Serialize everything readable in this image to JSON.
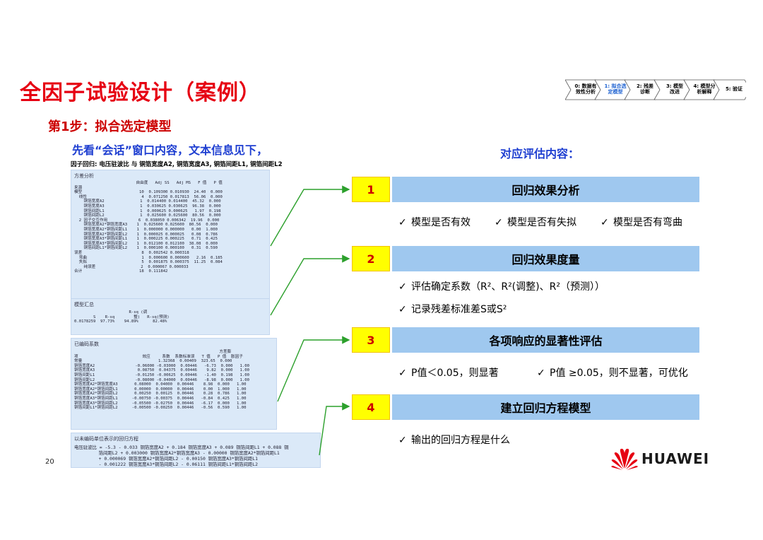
{
  "title": "全因子试验设计（案例）",
  "step": "第1步：拟合选定模型",
  "intro": "先看“会话”窗口内容，文本信息见下，",
  "eval_title": "对应评估内容：",
  "process": [
    {
      "label": "0: 数据有效性分析",
      "lines": [
        "0: 数据有",
        "效性分析"
      ],
      "active": false
    },
    {
      "label": "1: 拟合选定模型",
      "lines": [
        "1: 拟合选",
        "定模型"
      ],
      "active": true
    },
    {
      "label": "2: 残差诊断",
      "lines": [
        "2: 残差",
        "诊断"
      ],
      "active": false
    },
    {
      "label": "3: 模型改进",
      "lines": [
        "3: 模型",
        "改进"
      ],
      "active": false
    },
    {
      "label": "4: 模型分析解释",
      "lines": [
        "4: 模型分",
        "析解释"
      ],
      "active": false
    },
    {
      "label": "5: 验证",
      "lines": [
        "5: 验证"
      ],
      "active": false
    }
  ],
  "output": {
    "header": "因子回归: 电压驻波比 与 铜箔宽度A2, 铜箔宽度A3, 铜箔间距L1, 铜箔间距L2",
    "anova_label": "方差分析",
    "anova_text": "                          自由度   Adj SS   Adj MS   F 值   P 值\n来源\n模型                        10  0.109300 0.010930  24.40  0.000\n  线性                       4  0.071250 0.017813  56.06  0.000\n    铜箔宽度A2               1  0.014400 0.014400  45.32  0.000\n    铜箔宽度A3               1  0.030625 0.030625  96.38  0.000\n    铜箔间距L1               1  0.000625 0.000625   1.97  0.198\n    铜箔间距L2               1  0.025600 0.025600  80.56  0.000\n  2 因子交互作用             6  0.038050 0.006342  19.96  0.000\n    铜箔宽度A2*铜箔宽度A3    1  0.025600 0.025600  80.56  0.000\n    铜箔宽度A2*铜箔间距L1    1  0.000000 0.000000   0.00  1.000\n    铜箔宽度A2*铜箔间距L2    1  0.000025 0.000025   0.08  0.786\n    铜箔宽度A3*铜箔间距L1    1  0.000225 0.000225   0.71  0.425\n    铜箔宽度A3*铜箔间距L2    1  0.012100 0.012100  38.08  0.000\n    铜箔间距L1*铜箔间距L2    1  0.000100 0.000100   0.31  0.590\n误差                         8  0.002542 0.000318\n  弯曲                       1  0.000600 0.000600   2.16  0.185\n  失拟                       5  0.001875 0.000375  11.25  0.084\n    纯误差                   2  0.000067 0.000033\n合计                        18  0.111842",
    "summary_label": "模型汇总",
    "summary_text": "                       R-sq (调\n        S    R-sq        整)   R-sq(预测)\n0.0178259  97.73%    94.89%      82.48%",
    "coef_label": "已编码系数",
    "coef_text": "                                                             方差膨\n项                           效应     系数  系数标准误   T 值   P 值  胀因子\n常量                                1.32368  0.00409  323.65  0.000\n铜箔宽度A2                 -0.06000 -0.03000  0.00446   -6.73  0.000   1.00\n铜箔宽度A3                  0.08750  0.04375  0.00446    9.82  0.000   1.00\n铜箔间距L1                 -0.01250 -0.00625  0.00446   -1.40  0.198   1.00\n铜箔间距L2                 -0.08000 -0.04000  0.00446   -8.98  0.000   1.00\n铜箔宽度A2*铜箔宽度A3       0.08000  0.04000  0.00446    8.98  0.000   1.00\n铜箔宽度A2*铜箔间距L1       0.00000  0.00000  0.00446    0.00  1.000   1.00\n铜箔宽度A2*铜箔间距L2       0.00250  0.00125  0.00446    0.28  0.786   1.00\n铜箔宽度A3*铜箔间距L1      -0.00750 -0.00375  0.00446   -0.84  0.425   1.00\n铜箔宽度A3*铜箔间距L2      -0.05500 -0.02750  0.00446   -6.17  0.000   1.00\n铜箔间距L1*铜箔间距L2      -0.00500 -0.00250  0.00446   -0.56  0.590   1.00",
    "eq_label": "以未编码单位表示的回归方程",
    "eq_text": "电压驻波比 = -5.3 - 0.033 铜箔宽度A2 + 0.184 铜箔宽度A3 + 0.089 铜箔间距L1 + 0.088 铜\n         箔间距L2 + 0.003000 铜箔宽度A2*铜箔宽度A3 - 0.00000 铜箔宽度A2*铜箔间距L1\n         + 0.000069 铜箔宽度A2*铜箔间距L2 - 0.00150 铜箔宽度A3*铜箔间距L1\n         - 0.001222 铜箔宽度A3*铜箔间距L2 - 0.06111 铜箔间距L1*铜箔间距L2"
  },
  "rows": [
    {
      "num": "1",
      "title": "回归效果分析",
      "bullets": [
        [
          "模型是否有效",
          "模型是否有失拟",
          "模型是否有弯曲"
        ]
      ]
    },
    {
      "num": "2",
      "title": "回归效果度量",
      "bullets": [
        [
          "评估确定系数（R²、R²(调整)、R²（预测））"
        ],
        [
          "记录残差标准差S或S²"
        ]
      ]
    },
    {
      "num": "3",
      "title": "各项响应的显著性评估",
      "bullets": [
        [
          "P值＜0.05，则显著",
          "P值 ≥0.05，则不显著，可优化"
        ]
      ]
    },
    {
      "num": "4",
      "title": "建立回归方程模型",
      "bullets": [
        [
          "输出的回归方程是什么"
        ]
      ]
    }
  ],
  "check_mark": "✓",
  "page_number": "20",
  "logo_text": "HUAWEI",
  "colors": {
    "title": "#e60012",
    "blue_text": "#1f3fd1",
    "num_box": "#ffff00",
    "bar": "#9fc8ef",
    "arrow": "#2ca02c"
  }
}
